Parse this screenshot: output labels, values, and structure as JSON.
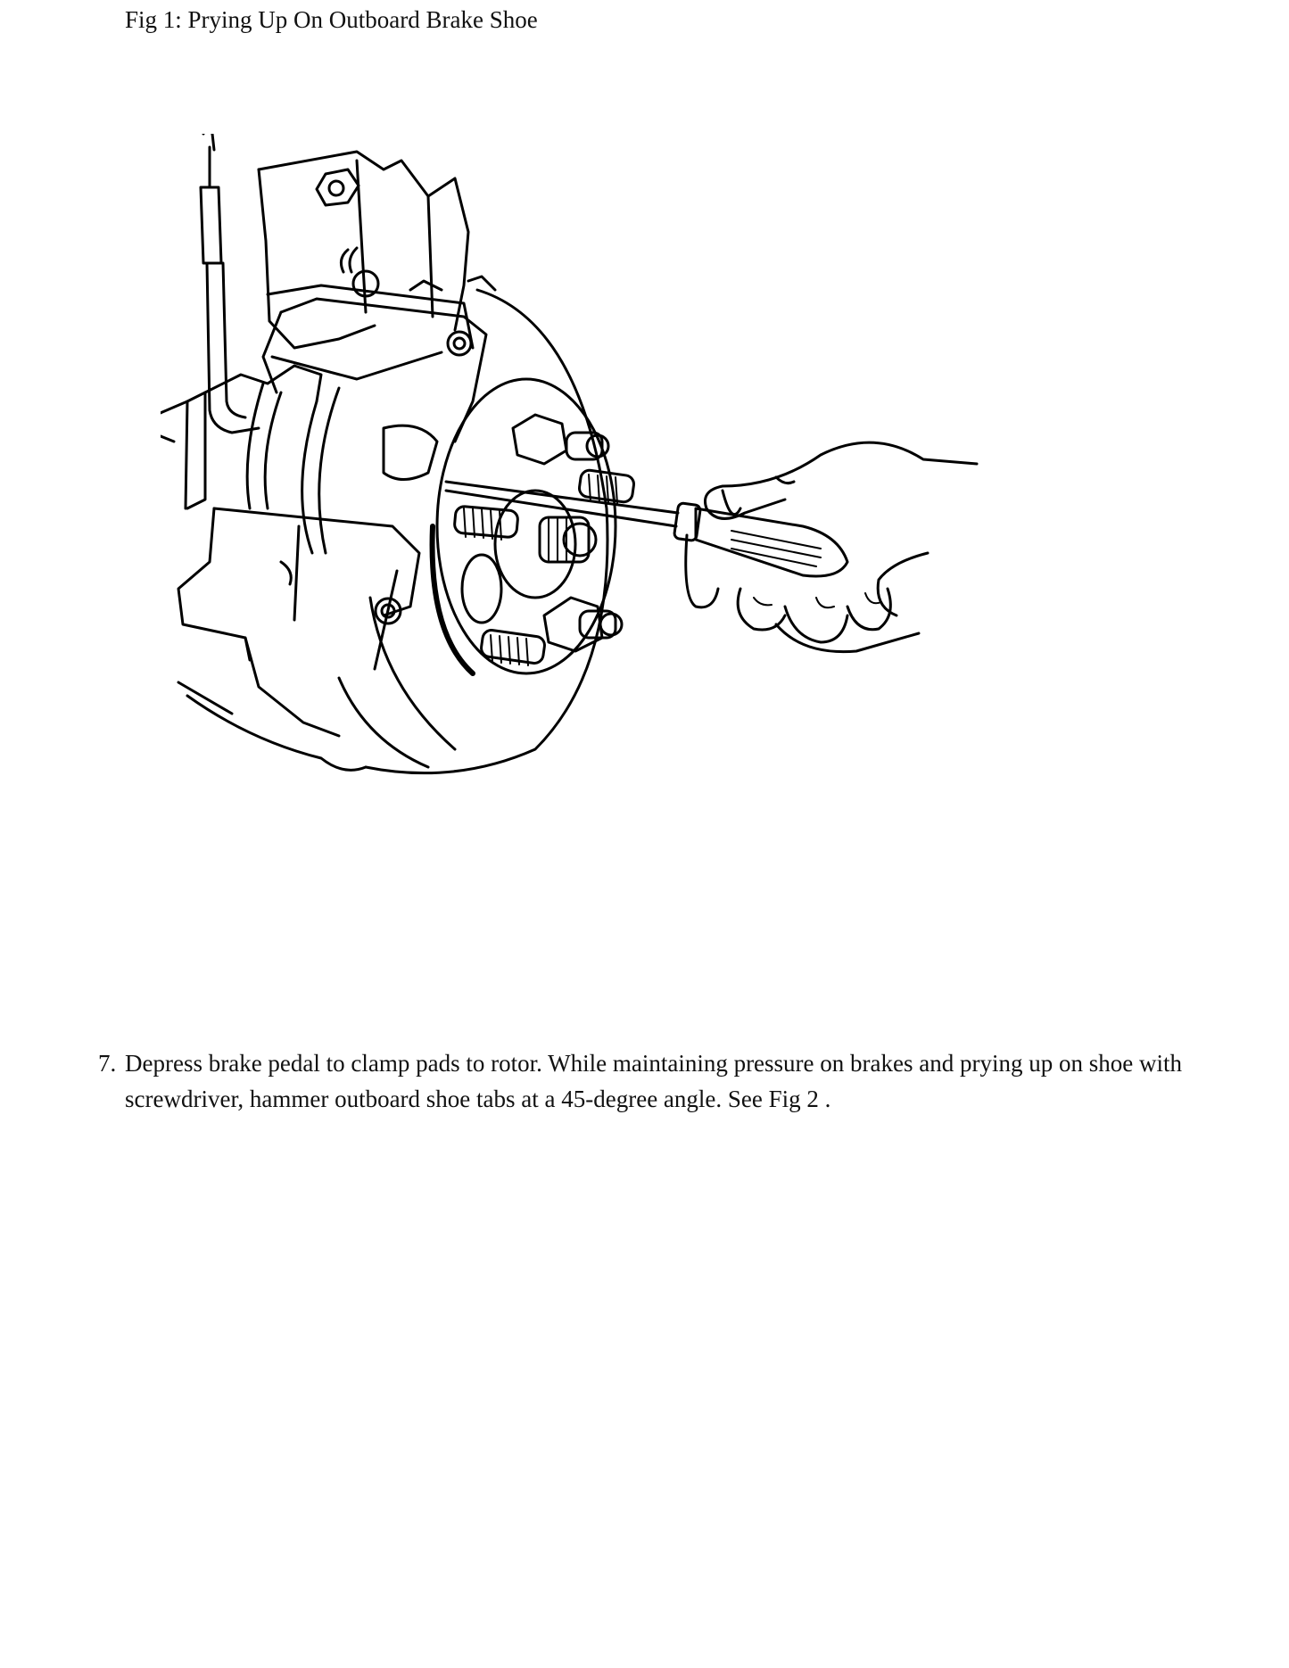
{
  "figure": {
    "caption": "Fig 1: Prying Up On Outboard Brake Shoe"
  },
  "steps": [
    {
      "number": "7.",
      "text": "Depress brake pedal to clamp pads to rotor. While maintaining pressure on brakes and prying up on shoe with screwdriver, hammer outboard shoe tabs at a 45-degree angle. See Fig 2 ."
    }
  ]
}
